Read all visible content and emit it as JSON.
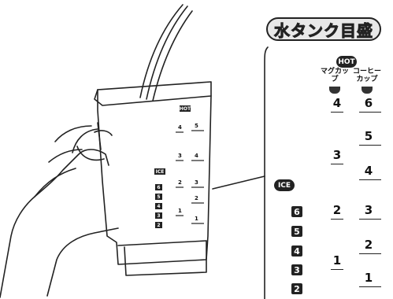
{
  "panel": {
    "title": "水タンク目盛",
    "hot_badge": "HOT",
    "ice_badge": "ICE",
    "columns": [
      {
        "label": "マグカップ",
        "icon": "mug-cup-icon"
      },
      {
        "label": "コーヒーカップ",
        "icon": "coffee-cup-icon"
      }
    ],
    "mug_marks": [
      "4",
      "3",
      "2",
      "1"
    ],
    "coffee_marks": [
      "6",
      "5",
      "4",
      "3",
      "2",
      "1"
    ],
    "ice_marks": [
      "6",
      "5",
      "4",
      "3",
      "2"
    ]
  },
  "pitcher": {
    "hot_badge": "HOT",
    "ice_badge": "ICE",
    "mug_marks": [
      "4",
      "3",
      "2",
      "1"
    ],
    "coffee_marks": [
      "5",
      "4",
      "3",
      "2",
      "1"
    ],
    "ice_marks": [
      "6",
      "5",
      "4",
      "3",
      "2"
    ]
  }
}
